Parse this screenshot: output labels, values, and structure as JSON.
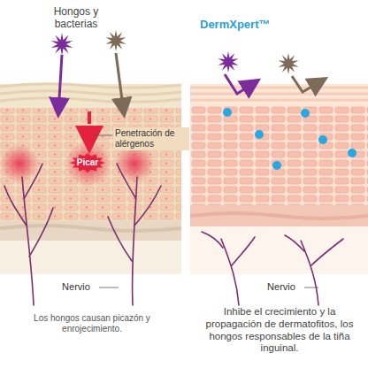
{
  "diagram": {
    "nodes": [
      {
        "text": [
          "Picar"
        ]
      }
    ],
    "labels": [
      "Hongos y bacterias",
      "Penetración de alérgenos",
      "Nervio",
      "DermXpert™",
      "Nervio",
      "Los hongos causan picazón y enrojecimiento.",
      "Inhibe el crecimiento y la propagación de dermatofitos, los hongos responsables de la tiña inguinal."
    ]
  }
}
